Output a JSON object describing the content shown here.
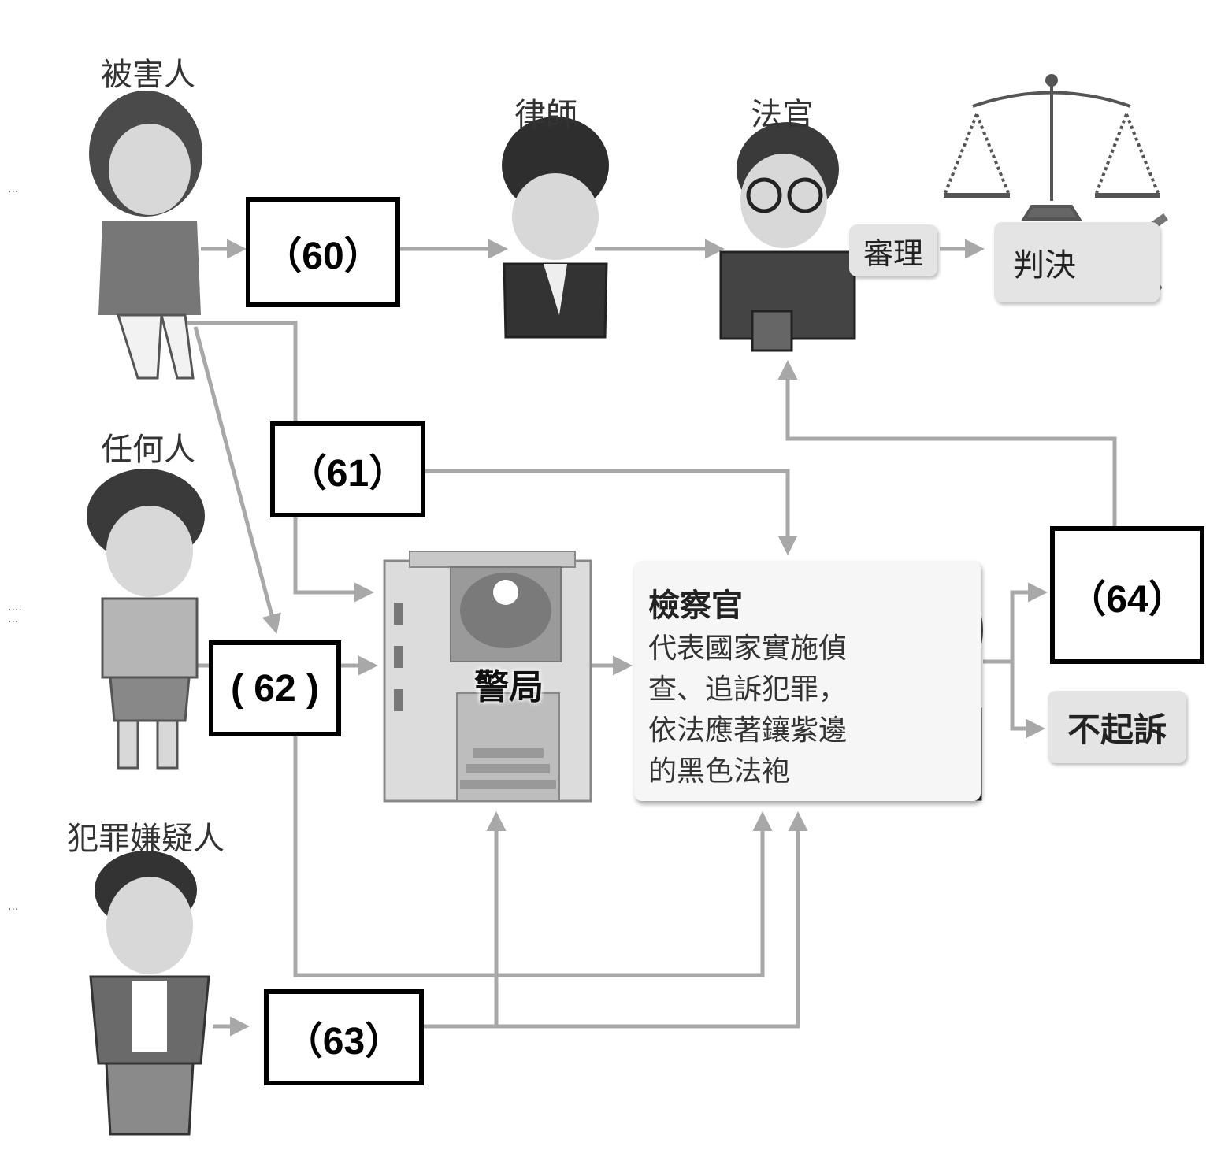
{
  "labels": {
    "victim": "被害人",
    "anyone": "任何人",
    "suspect": "犯罪嫌疑人",
    "lawyer": "律師",
    "judge": "法官",
    "police": "警局",
    "prosecutor_title": "檢察官",
    "prosecutor_desc": "代表國家實施偵查、追訴犯罪，依法應著鑲紫邊的黑色法袍",
    "trial": "審理",
    "verdict": "判決",
    "no_indictment": "不起訴"
  },
  "boxes": {
    "b60": "（60）",
    "b61": "（61）",
    "b62": "( 62 )",
    "b63": "（63）",
    "b64": "（64）"
  },
  "margin": {
    "m1": "...",
    "m2": "....",
    "m3": "...",
    "m4": "..."
  },
  "colors": {
    "arrow": "#a8a8a8",
    "box_border": "#000000"
  }
}
